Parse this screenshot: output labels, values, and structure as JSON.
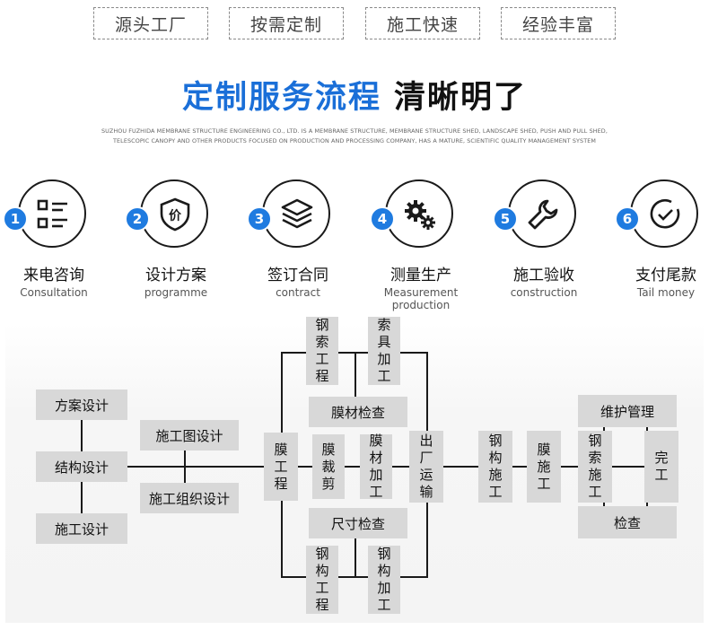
{
  "features": [
    "源头工厂",
    "按需定制",
    "施工快速",
    "经验丰富"
  ],
  "headline": {
    "blue": "定制服务流程",
    "black": "清晰明了"
  },
  "description": "SUZHOU FUZHIDA MEMBRANE STRUCTURE ENGINEERING CO., LTD. IS A MEMBRANE STRUCTURE, MEMBRANE STRUCTURE SHED, LANDSCAPE SHED, PUSH AND PULL SHED, TELESCOPIC CANOPY AND OTHER PRODUCTS FOCUSED ON PRODUCTION AND PROCESSING COMPANY, HAS A MATURE, SCIENTIFIC QUALITY MANAGEMENT SYSTEM",
  "steps": [
    {
      "num": "1",
      "zh": "来电咨询",
      "en": "Consultation",
      "icon": "list-icon"
    },
    {
      "num": "2",
      "zh": "设计方案",
      "en": "programme",
      "icon": "price-shield-icon"
    },
    {
      "num": "3",
      "zh": "签订合同",
      "en": "contract",
      "icon": "layers-icon"
    },
    {
      "num": "4",
      "zh": "测量生产",
      "en": "Measurement production",
      "icon": "gears-icon"
    },
    {
      "num": "5",
      "zh": "施工验收",
      "en": "construction",
      "icon": "wrench-icon"
    },
    {
      "num": "6",
      "zh": "支付尾款",
      "en": "Tail money",
      "icon": "check-circle-icon"
    }
  ],
  "flow": {
    "design_scheme": "方案设计",
    "structure_design": "结构设计",
    "construction_design": "施工设计",
    "construction_drawing": "施工图设计",
    "construction_org": "施工组织设计",
    "membrane_engineering": "膜工程",
    "steel_cable_engineering": "钢索工程",
    "cable_fitting_processing": "索具加工",
    "membrane_inspection": "膜材检查",
    "membrane_cutting": "膜裁剪",
    "membrane_processing": "膜材加工",
    "dimension_check": "尺寸检查",
    "steel_engineering": "钢构工程",
    "steel_processing": "钢构加工",
    "leave_factory_transport": "出厂运输",
    "steel_construction": "钢构施工",
    "membrane_construction": "膜施工",
    "steel_cable_construction": "钢索施工",
    "maintenance": "维护管理",
    "complete": "完工",
    "inspection": "检查"
  }
}
